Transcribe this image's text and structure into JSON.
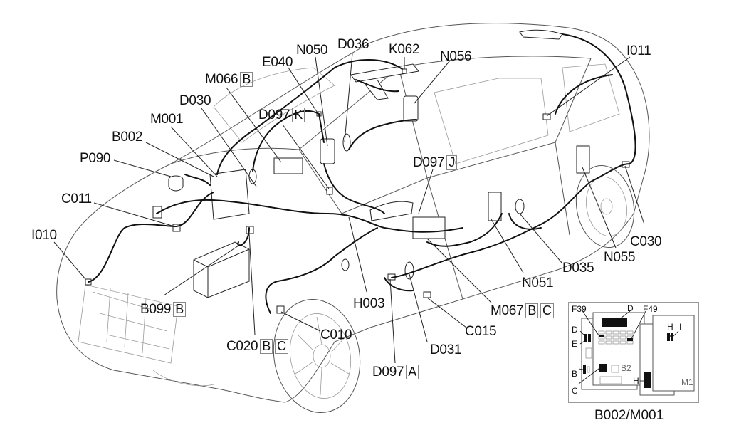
{
  "diagram": {
    "title": "Vehicle wiring harness component location",
    "labels": [
      {
        "id": "I010",
        "text": "I010",
        "boxes": []
      },
      {
        "id": "C011",
        "text": "C011",
        "boxes": []
      },
      {
        "id": "P090",
        "text": "P090",
        "boxes": []
      },
      {
        "id": "B002",
        "text": "B002",
        "boxes": []
      },
      {
        "id": "M001",
        "text": "M001",
        "boxes": []
      },
      {
        "id": "D030",
        "text": "D030",
        "boxes": []
      },
      {
        "id": "M066",
        "text": "M066",
        "boxes": [
          "B"
        ]
      },
      {
        "id": "D097K",
        "text": "D097",
        "boxes": [
          "K"
        ]
      },
      {
        "id": "E040",
        "text": "E040",
        "boxes": []
      },
      {
        "id": "N050",
        "text": "N050",
        "boxes": []
      },
      {
        "id": "D036",
        "text": "D036",
        "boxes": []
      },
      {
        "id": "K062",
        "text": "K062",
        "boxes": []
      },
      {
        "id": "N056",
        "text": "N056",
        "boxes": []
      },
      {
        "id": "I011",
        "text": "I011",
        "boxes": []
      },
      {
        "id": "D097J",
        "text": "D097",
        "boxes": [
          "J"
        ]
      },
      {
        "id": "C030",
        "text": "C030",
        "boxes": []
      },
      {
        "id": "N055",
        "text": "N055",
        "boxes": []
      },
      {
        "id": "D035",
        "text": "D035",
        "boxes": []
      },
      {
        "id": "N051",
        "text": "N051",
        "boxes": []
      },
      {
        "id": "M067",
        "text": "M067",
        "boxes": [
          "B",
          "C"
        ]
      },
      {
        "id": "C015",
        "text": "C015",
        "boxes": []
      },
      {
        "id": "D031",
        "text": "D031",
        "boxes": []
      },
      {
        "id": "D097A",
        "text": "D097",
        "boxes": [
          "A"
        ]
      },
      {
        "id": "H003",
        "text": "H003",
        "boxes": []
      },
      {
        "id": "C010",
        "text": "C010",
        "boxes": []
      },
      {
        "id": "C020",
        "text": "C020",
        "boxes": [
          "B",
          "C"
        ]
      },
      {
        "id": "B099",
        "text": "B099",
        "boxes": [
          "B"
        ]
      }
    ],
    "inset": {
      "caption": "B002/M001",
      "labels": {
        "F39": "F39",
        "D_top": "D",
        "F49": "F49",
        "D_left": "D",
        "E": "E",
        "B": "B",
        "C": "C",
        "B2": "B2",
        "H_right": "H",
        "I": "I",
        "H_left": "H",
        "M1": "M1"
      }
    }
  }
}
